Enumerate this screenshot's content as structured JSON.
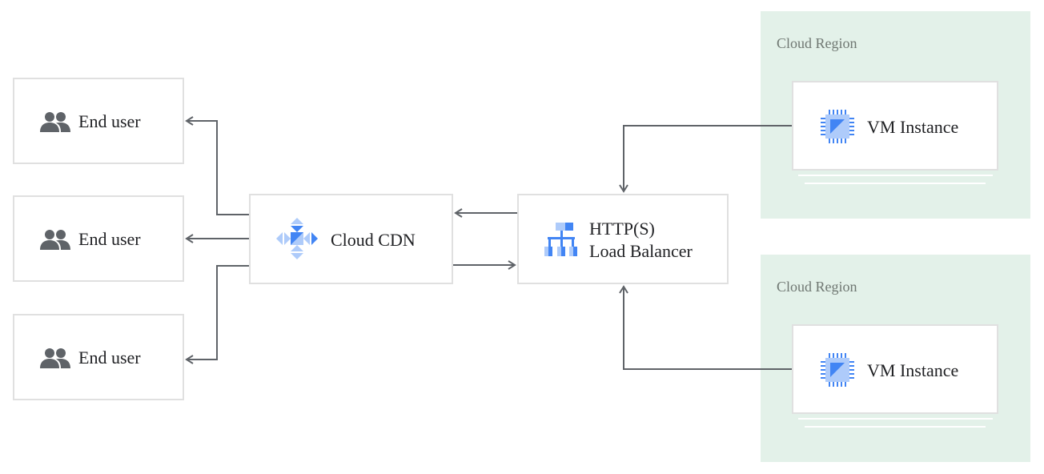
{
  "regions": [
    {
      "label": "Cloud Region"
    },
    {
      "label": "Cloud Region"
    }
  ],
  "end_users": [
    {
      "label": "End user",
      "icon": "people-icon"
    },
    {
      "label": "End user",
      "icon": "people-icon"
    },
    {
      "label": "End user",
      "icon": "people-icon"
    }
  ],
  "cdn": {
    "label": "Cloud CDN",
    "icon": "cloud-cdn-icon"
  },
  "load_balancer": {
    "line1": "HTTP(S)",
    "line2": "Load Balancer",
    "icon": "load-balancer-icon"
  },
  "vms": [
    {
      "label": "VM Instance",
      "icon": "cpu-chip-icon"
    },
    {
      "label": "VM Instance",
      "icon": "cpu-chip-icon"
    }
  ],
  "colors": {
    "region_fill": "#e3f1e9",
    "arrow": "#5f6368",
    "icon_blue": "#4285f4",
    "icon_light_blue": "#aecbfa",
    "people_icon": "#5f6368"
  }
}
